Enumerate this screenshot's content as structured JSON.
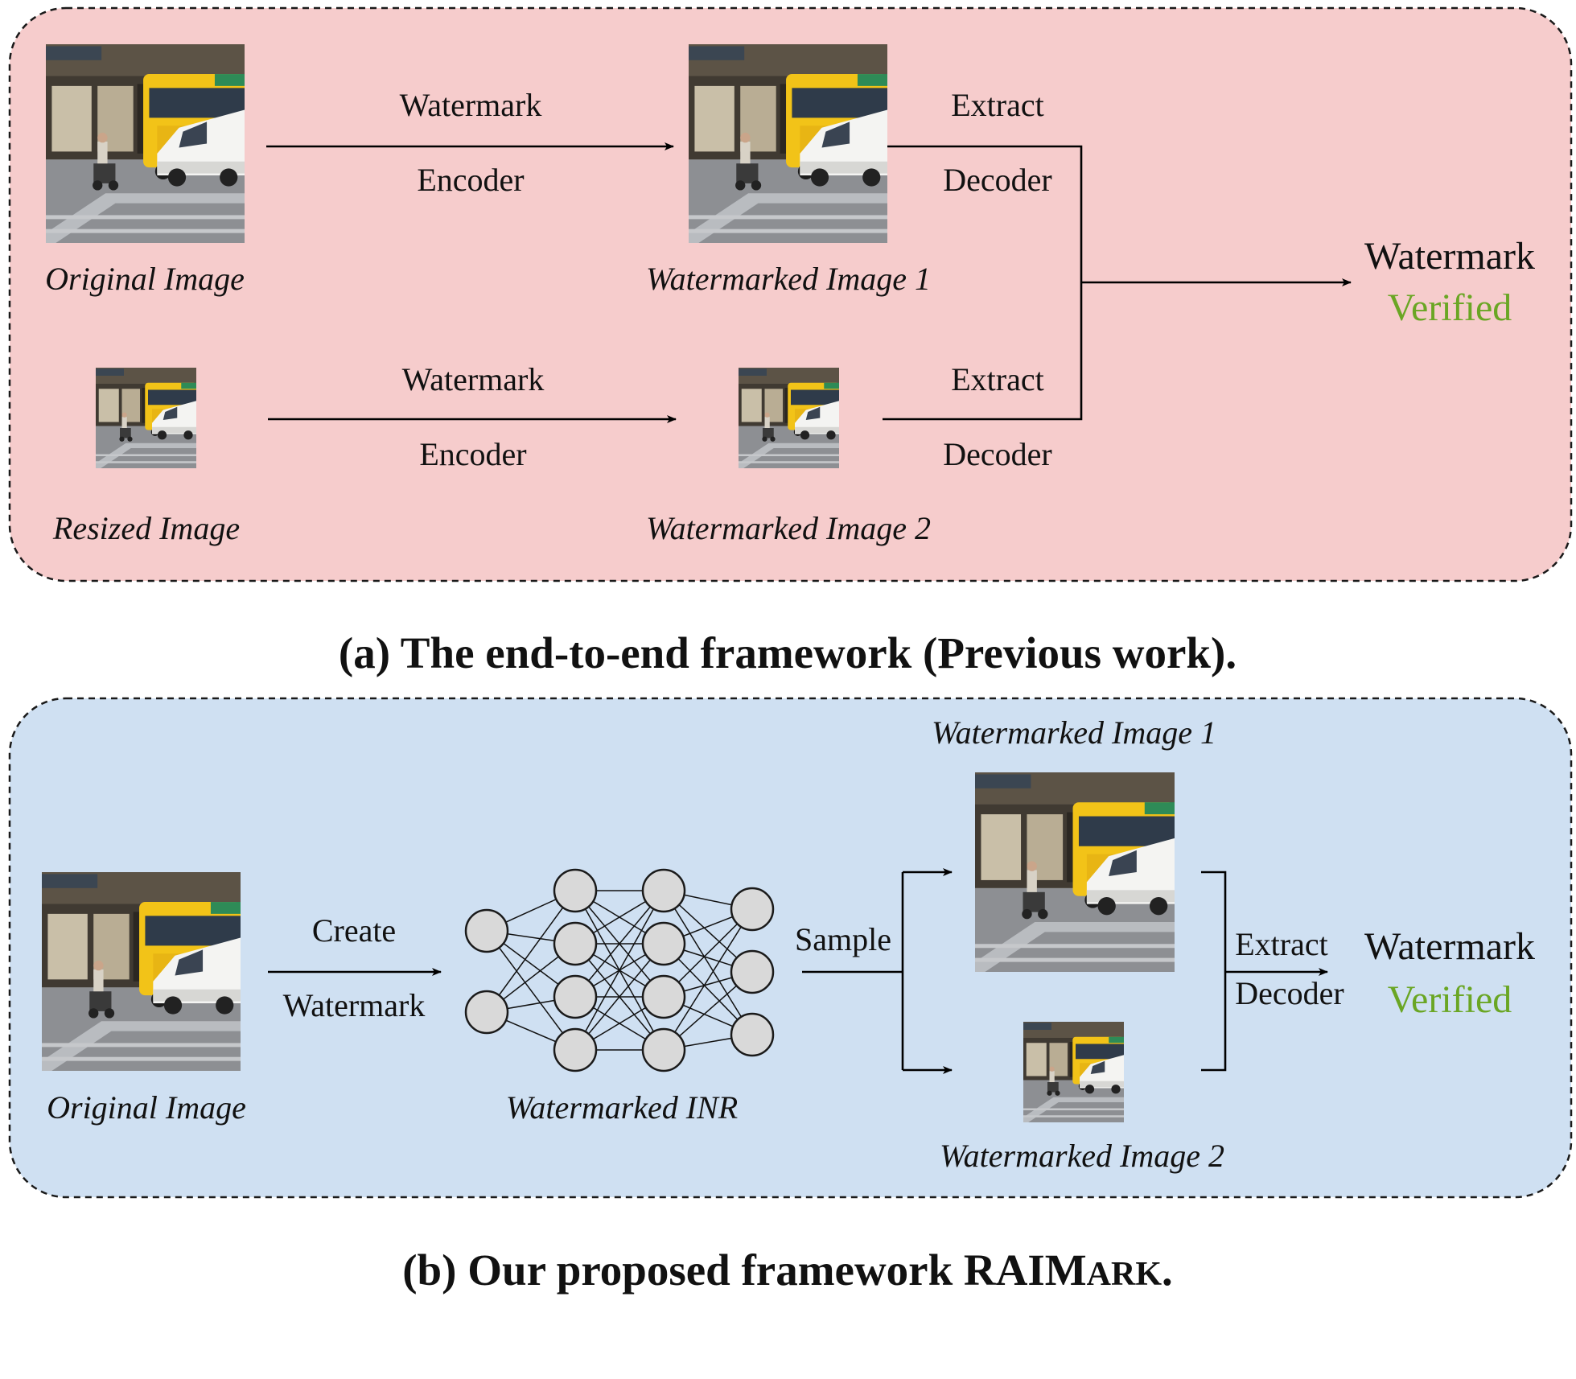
{
  "panel_a": {
    "title": "(a) The end-to-end framework (Previous work).",
    "original_caption": "Original Image",
    "resized_caption": "Resized Image",
    "watermarked1_caption": "Watermarked Image 1",
    "watermarked2_caption": "Watermarked Image 2",
    "encoder_top_1": "Watermark",
    "encoder_bottom_1": "Encoder",
    "encoder_top_2": "Watermark",
    "encoder_bottom_2": "Encoder",
    "decoder_top_1": "Extract",
    "decoder_bottom_1": "Decoder",
    "decoder_top_2": "Extract",
    "decoder_bottom_2": "Decoder",
    "result_line1": "Watermark",
    "result_line2": "Verified"
  },
  "panel_b": {
    "title_main": "(b) Our proposed framework RAIM",
    "title_smallcaps": "ARK",
    "title_end": ".",
    "original_caption": "Original Image",
    "create_top": "Create",
    "create_bottom": "Watermark",
    "inr_caption": "Watermarked INR",
    "sample_label": "Sample",
    "watermarked1_caption": "Watermarked Image 1",
    "watermarked2_caption": "Watermarked Image 2",
    "decoder_top": "Extract",
    "decoder_bottom": "Decoder",
    "result_line1": "Watermark",
    "result_line2": "Verified"
  },
  "colors": {
    "panel_a_bg": "#f6cccc",
    "panel_b_bg": "#cfe0f2",
    "verified": "#6aa624",
    "arrow": "#000000"
  },
  "icons": {
    "photo": "street-scene-photo-icon",
    "network": "neural-network-icon"
  }
}
